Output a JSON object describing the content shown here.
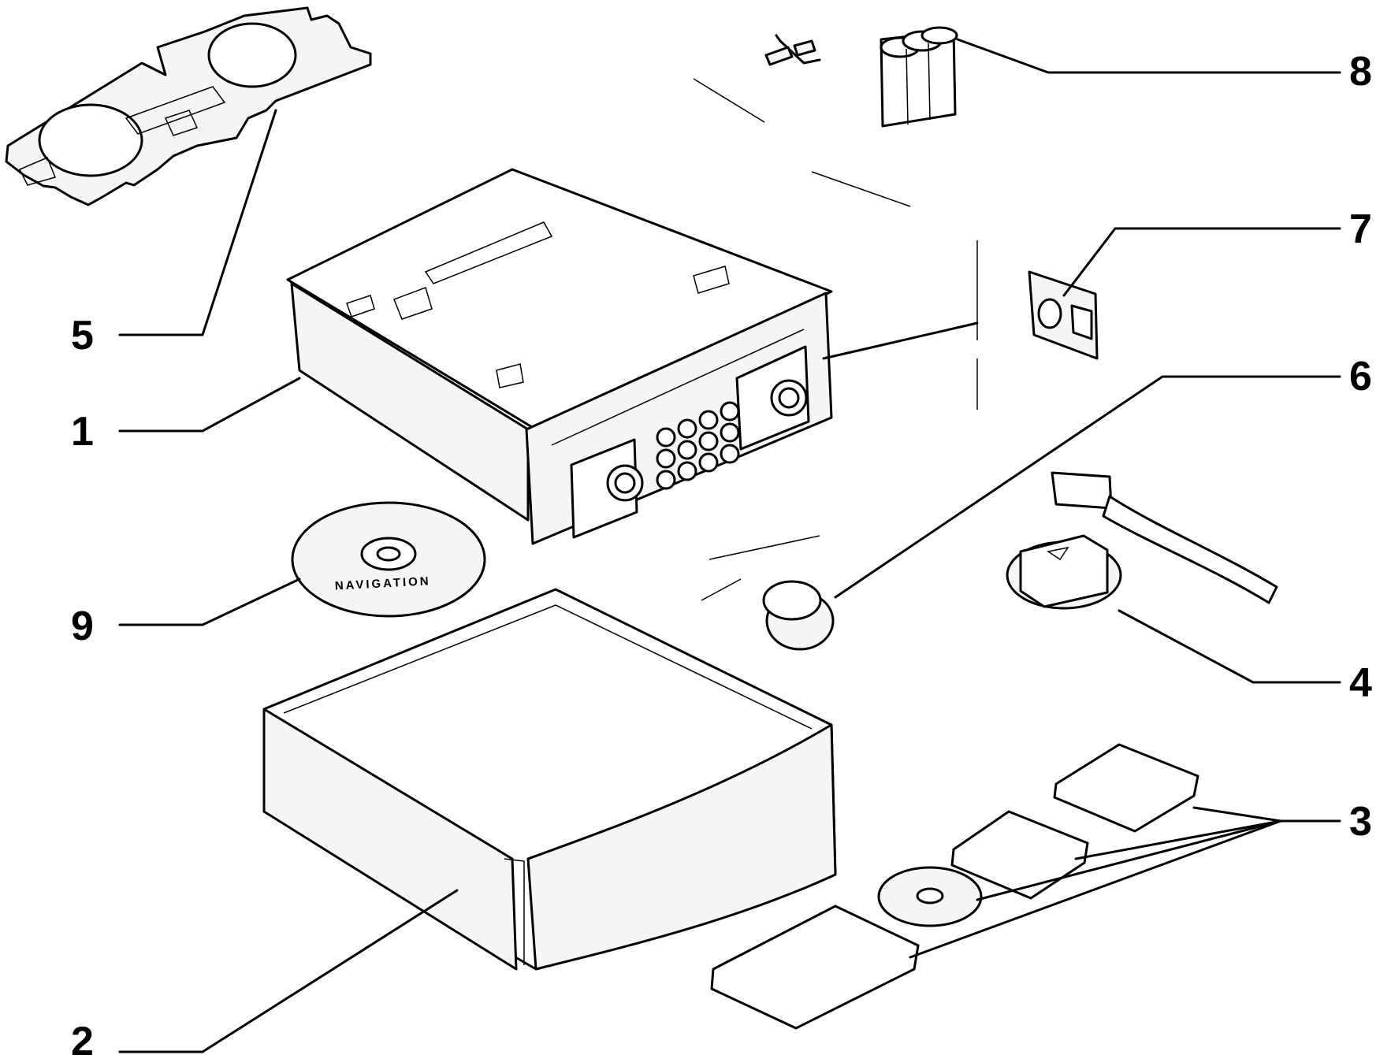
{
  "callouts": [
    {
      "id": "1",
      "label": "1"
    },
    {
      "id": "2",
      "label": "2"
    },
    {
      "id": "3",
      "label": "3"
    },
    {
      "id": "4",
      "label": "4"
    },
    {
      "id": "5",
      "label": "5"
    },
    {
      "id": "6",
      "label": "6"
    },
    {
      "id": "7",
      "label": "7"
    },
    {
      "id": "8",
      "label": "8"
    },
    {
      "id": "9",
      "label": "9"
    }
  ],
  "disc_label": "NAVIGATION"
}
